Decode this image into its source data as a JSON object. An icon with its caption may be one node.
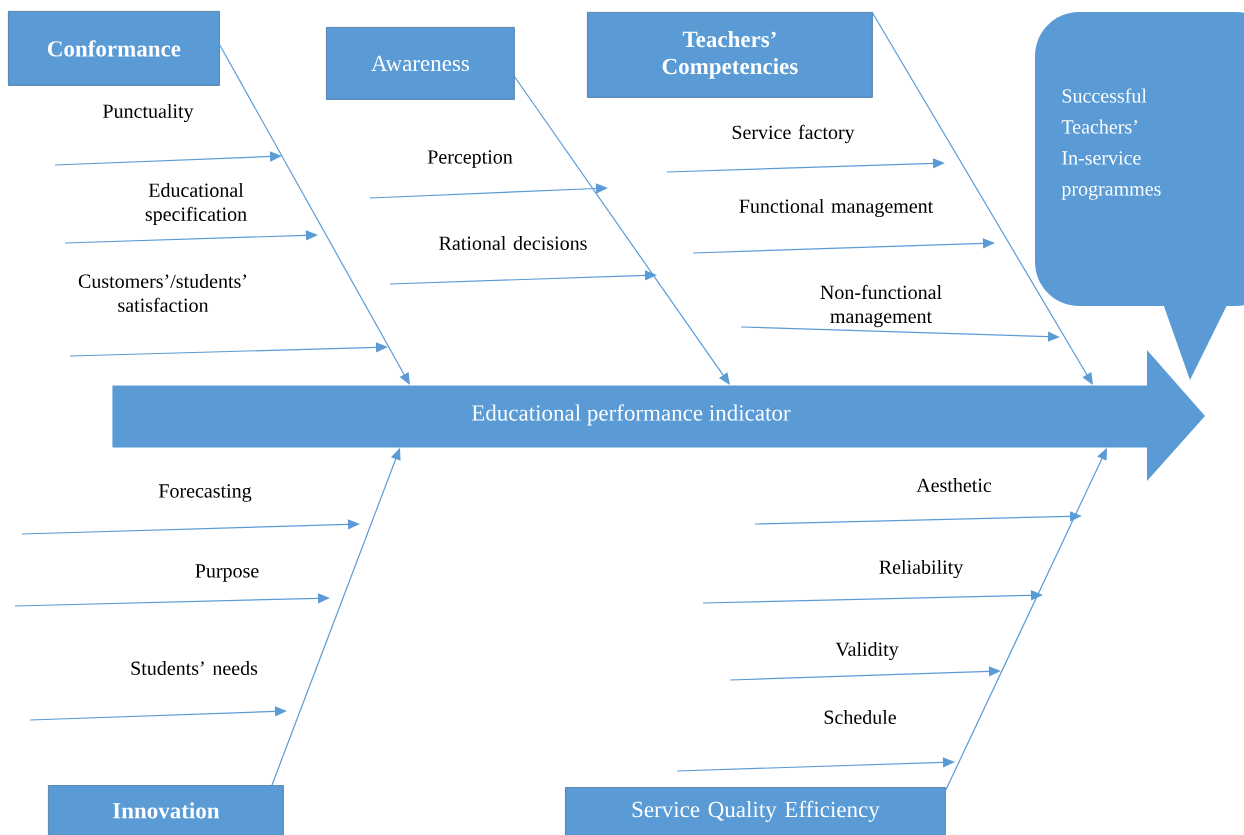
{
  "diagram": {
    "nodes": [
      {
        "text": [
          "Conformance"
        ]
      },
      {
        "text": [
          "Awareness"
        ]
      },
      {
        "text": [
          "Teachers’ Competencies"
        ]
      },
      {
        "text": [
          "Successful Teachers’ In-service programmes"
        ]
      },
      {
        "text": [
          "Educational performance indicator"
        ]
      },
      {
        "text": [
          "Innovation"
        ]
      },
      {
        "text": [
          "Service Quality Efficiency"
        ]
      }
    ],
    "edges": [
      {
        "from": 0,
        "to": 4,
        "arrow": "to"
      },
      {
        "from": 1,
        "to": 4,
        "arrow": "to"
      },
      {
        "from": 2,
        "to": 4,
        "arrow": "to"
      },
      {
        "from": 5,
        "to": 4,
        "arrow": "to"
      },
      {
        "from": 6,
        "to": 4,
        "arrow": "to"
      }
    ],
    "labels": [
      "Punctuality",
      "Perception",
      "Service factory",
      "Educational specification",
      "Functional management",
      "Rational decisions",
      "Customers’/students’ satisfaction",
      "Non-functional management",
      "Aesthetic",
      "Forecasting",
      "Reliability",
      "Purpose",
      "Validity",
      "Students’ needs",
      "Schedule"
    ]
  }
}
